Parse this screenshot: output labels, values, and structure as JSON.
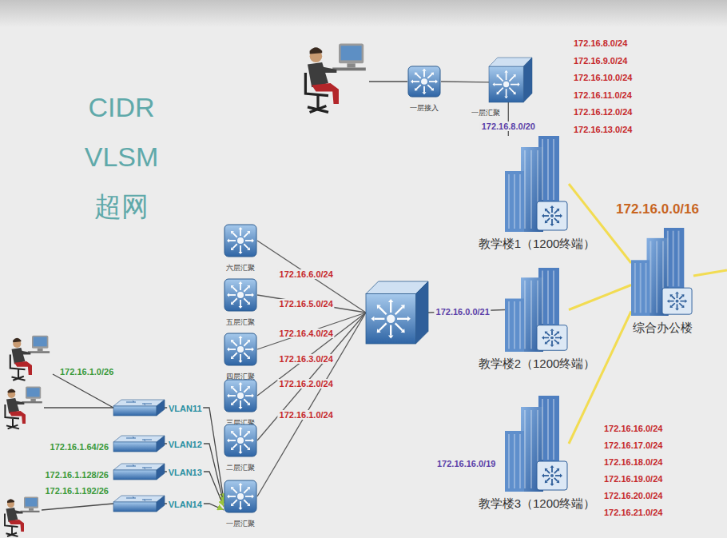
{
  "diagram": {
    "nodes": [
      {
        "text": [
          "一层接入"
        ]
      },
      {
        "text": [
          "一层汇聚"
        ]
      },
      {
        "text": [
          "教学楼1（1200终端）"
        ]
      },
      {
        "text": [
          "六层汇聚"
        ]
      },
      {
        "text": [
          "五层汇聚"
        ]
      },
      {
        "text": [
          "四层汇聚"
        ]
      },
      {
        "text": [
          "三层汇聚"
        ]
      },
      {
        "text": [
          "二层汇聚"
        ]
      },
      {
        "text": [
          "一层汇聚"
        ]
      },
      {
        "text": []
      },
      {
        "text": [
          "教学楼2（1200终端）"
        ]
      },
      {
        "text": [
          "综合办公楼"
        ]
      },
      {
        "text": [
          "教学楼3（1200终端）"
        ]
      },
      {
        "text": [
          "172.16.1.0/26"
        ]
      },
      {
        "text": [
          "172.16.1.64/26"
        ]
      },
      {
        "text": [
          "172.16.1.128/26"
        ]
      },
      {
        "text": [
          "172.16.1.192/26"
        ]
      }
    ],
    "edges": [
      {
        "from": 0,
        "to": 1,
        "arrow": "none"
      },
      {
        "from": 1,
        "to": 2,
        "label": "172.16.8.0/20",
        "arrow": "none"
      },
      {
        "from": 9,
        "to": 3,
        "label": "172.16.6.0/24",
        "arrow": "none"
      },
      {
        "from": 9,
        "to": 4,
        "label": "172.16.5.0/24",
        "arrow": "none"
      },
      {
        "from": 9,
        "to": 5,
        "label": "172.16.4.0/24",
        "arrow": "none"
      },
      {
        "from": 9,
        "to": 6,
        "label": "172.16.3.0/24",
        "arrow": "none"
      },
      {
        "from": 9,
        "to": 7,
        "label": "172.16.2.0/24",
        "arrow": "none"
      },
      {
        "from": 9,
        "to": 8,
        "label": "172.16.1.0/24",
        "arrow": "none"
      },
      {
        "from": 9,
        "to": 10,
        "label": "172.16.0.0/21",
        "arrow": "none"
      },
      {
        "from": 2,
        "to": 11,
        "arrow": "none"
      },
      {
        "from": 10,
        "to": 11,
        "arrow": "none"
      },
      {
        "from": 12,
        "to": 11,
        "arrow": "none"
      },
      {
        "from": 13,
        "to": 8,
        "label": "VLAN11",
        "arrow": "to"
      },
      {
        "from": 14,
        "to": 8,
        "label": "VLAN12",
        "arrow": "to"
      },
      {
        "from": 15,
        "to": 8,
        "label": "VLAN13",
        "arrow": "to"
      },
      {
        "from": 16,
        "to": 8,
        "label": "VLAN14",
        "arrow": "to"
      }
    ],
    "labels": [
      "CIDR",
      "VLSM",
      "超网",
      "172.16.8.0/24",
      "172.16.9.0/24",
      "172.16.10.0/24",
      "172.16.11.0/24",
      "172.16.12.0/24",
      "172.16.13.0/24",
      "172.16.0.0/16",
      "172.16.16.0/19",
      "172.16.16.0/24",
      "172.16.17.0/24",
      "172.16.18.0/24",
      "172.16.19.0/24",
      "172.16.20.0/24",
      "172.16.21.0/24"
    ]
  }
}
